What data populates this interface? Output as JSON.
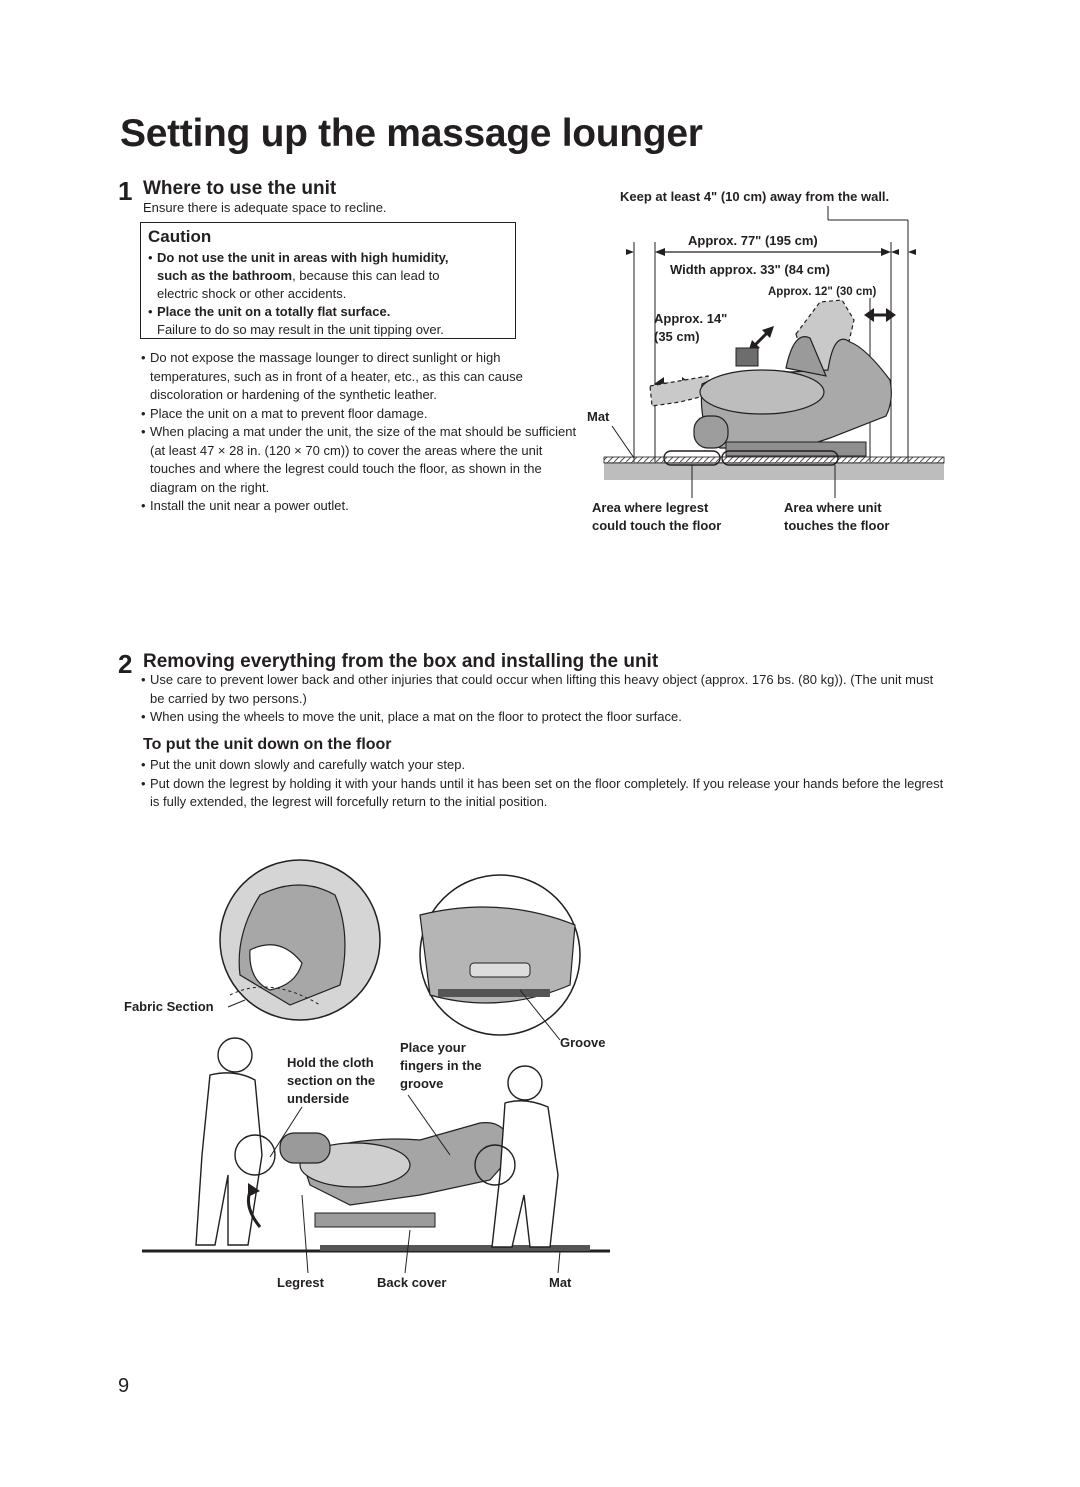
{
  "title": "Setting up the massage lounger",
  "step1": {
    "number": "1",
    "heading": "Where to use the unit",
    "intro": "Ensure there is adequate space to recline.",
    "caution": {
      "title": "Caution",
      "item1_bold_a": "Do not use the unit in areas with high humidity,",
      "item1_bold_b": "such as the bathroom",
      "item1_rest_a": ", because this can lead to",
      "item1_rest_b": "electric shock or other accidents.",
      "item2_bold": "Place the unit on a totally flat surface.",
      "item2_rest": "Failure to do so may result in the unit tipping over."
    },
    "bullets": [
      "Do not expose the massage lounger to direct sunlight or high temperatures, such as in front of a heater, etc., as this can cause discoloration or hardening of the synthetic leather.",
      "Place the unit on a mat to prevent floor damage.",
      "When placing a mat under the unit, the size of the mat should be sufficient (at least 47 × 28 in. (120 × 70 cm)) to cover the areas where the unit touches and where the legrest could touch the floor, as shown in the diagram on the right.",
      "Install the unit near a power outlet."
    ],
    "diagram": {
      "wall_note": "Keep at least 4\" (10 cm) away from the wall.",
      "length": "Approx. 77\" (195 cm)",
      "width": "Width approx. 33\" (84 cm)",
      "back_gap": "Approx. 12\" (30 cm)",
      "front_gap_a": "Approx. 14\"",
      "front_gap_b": "(35 cm)",
      "mat": "Mat",
      "legrest_area_a": "Area where legrest",
      "legrest_area_b": "could touch the floor",
      "unit_area_a": "Area where unit",
      "unit_area_b": "touches the floor"
    }
  },
  "step2": {
    "number": "2",
    "heading": "Removing everything from the box and installing the unit",
    "bullets": [
      "Use care to prevent lower back and other injuries that could occur when lifting this heavy object (approx. 176 bs. (80 kg)). (The unit must be carried by two persons.)",
      "When using the wheels to move the unit, place a mat on the floor to protect the floor surface."
    ],
    "subheading": "To put the unit down on the floor",
    "sub_bullets": [
      "Put the unit down slowly and carefully watch your step.",
      "Put down the legrest by holding it with your hands until it has been set on the floor completely. If you release your hands before the legrest is fully extended, the legrest will forcefully return to the initial position."
    ],
    "diagram": {
      "fabric": "Fabric Section",
      "hold_a": "Hold the cloth",
      "hold_b": "section on the",
      "hold_c": "underside",
      "place_a": "Place your",
      "place_b": "fingers in the",
      "place_c": "groove",
      "groove": "Groove",
      "legrest": "Legrest",
      "back_cover": "Back cover",
      "mat": "Mat"
    }
  },
  "page_number": "9"
}
